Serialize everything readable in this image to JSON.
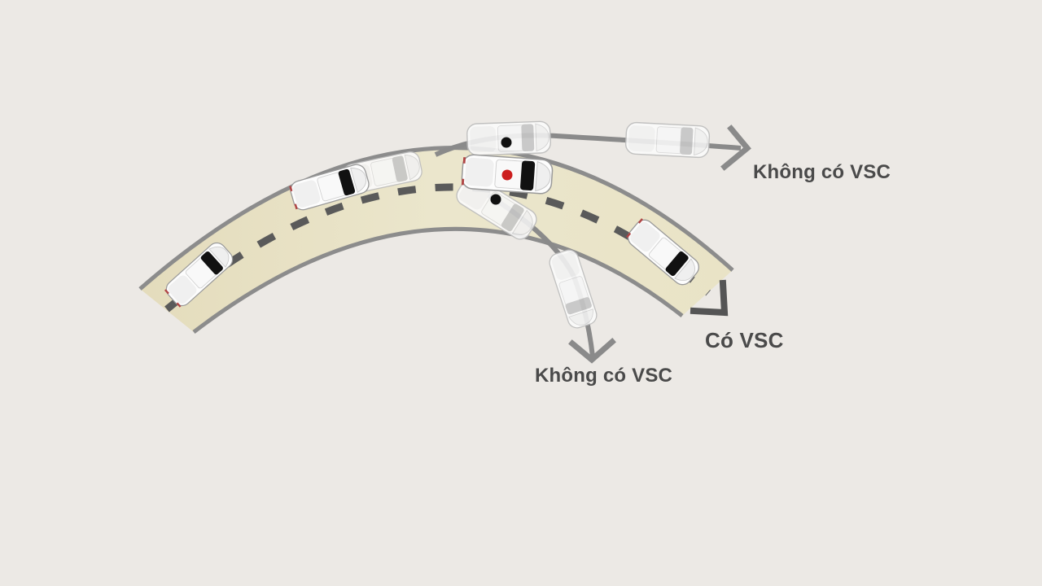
{
  "labels": {
    "top_path": "Không có VSC",
    "with_vsc": "Có VSC",
    "bottom_path": "Không có VSC"
  },
  "colors": {
    "background": "#ece9e5",
    "road": "#e8e2c6",
    "path_line": "#8a8a8a",
    "path_arrow": "#555555",
    "car_body": "#fbfbfb",
    "window": "#111111",
    "dot_neutral": "#111111",
    "dot_active": "#cc1e1e",
    "label_text": "#4a4a4a"
  },
  "icons": [
    "car-icon",
    "arrow-right-icon",
    "arrow-down-icon",
    "center-of-gravity-dot"
  ]
}
